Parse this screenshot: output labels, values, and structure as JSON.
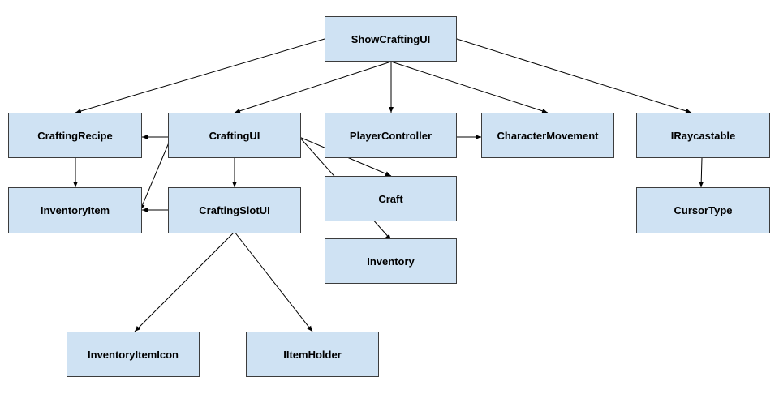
{
  "colors": {
    "node_fill": "#cfe2f3",
    "node_border": "#3c3c3c",
    "edge": "#000000"
  },
  "nodes": {
    "show_crafting_ui": "ShowCraftingUI",
    "crafting_recipe": "CraftingRecipe",
    "crafting_ui": "CraftingUI",
    "player_controller": "PlayerController",
    "character_movement": "CharacterMovement",
    "iraycastable": "IRaycastable",
    "inventory_item": "InventoryItem",
    "crafting_slot_ui": "CraftingSlotUI",
    "craft": "Craft",
    "inventory": "Inventory",
    "cursor_type": "CursorType",
    "inventory_item_icon": "InventoryItemIcon",
    "iitem_holder": "IItemHolder"
  },
  "edges": [
    {
      "from": "ShowCraftingUI",
      "to": "CraftingRecipe"
    },
    {
      "from": "ShowCraftingUI",
      "to": "CraftingUI"
    },
    {
      "from": "ShowCraftingUI",
      "to": "PlayerController"
    },
    {
      "from": "ShowCraftingUI",
      "to": "CharacterMovement"
    },
    {
      "from": "ShowCraftingUI",
      "to": "IRaycastable"
    },
    {
      "from": "CraftingUI",
      "to": "CraftingRecipe"
    },
    {
      "from": "CraftingUI",
      "to": "InventoryItem"
    },
    {
      "from": "CraftingUI",
      "to": "CraftingSlotUI"
    },
    {
      "from": "CraftingUI",
      "to": "Craft"
    },
    {
      "from": "CraftingUI",
      "to": "Inventory"
    },
    {
      "from": "CraftingRecipe",
      "to": "InventoryItem"
    },
    {
      "from": "CraftingSlotUI",
      "to": "InventoryItem"
    },
    {
      "from": "CraftingSlotUI",
      "to": "InventoryItemIcon"
    },
    {
      "from": "CraftingSlotUI",
      "to": "IItemHolder"
    },
    {
      "from": "PlayerController",
      "to": "CharacterMovement"
    },
    {
      "from": "IRaycastable",
      "to": "CursorType"
    }
  ]
}
